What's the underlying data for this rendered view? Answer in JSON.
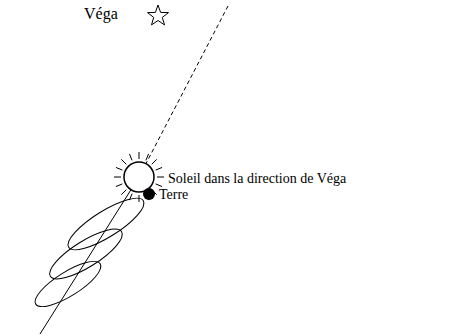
{
  "diagram": {
    "labels": [
      "Véga",
      "Soleil dans la direction de Véga",
      "Terre"
    ]
  }
}
